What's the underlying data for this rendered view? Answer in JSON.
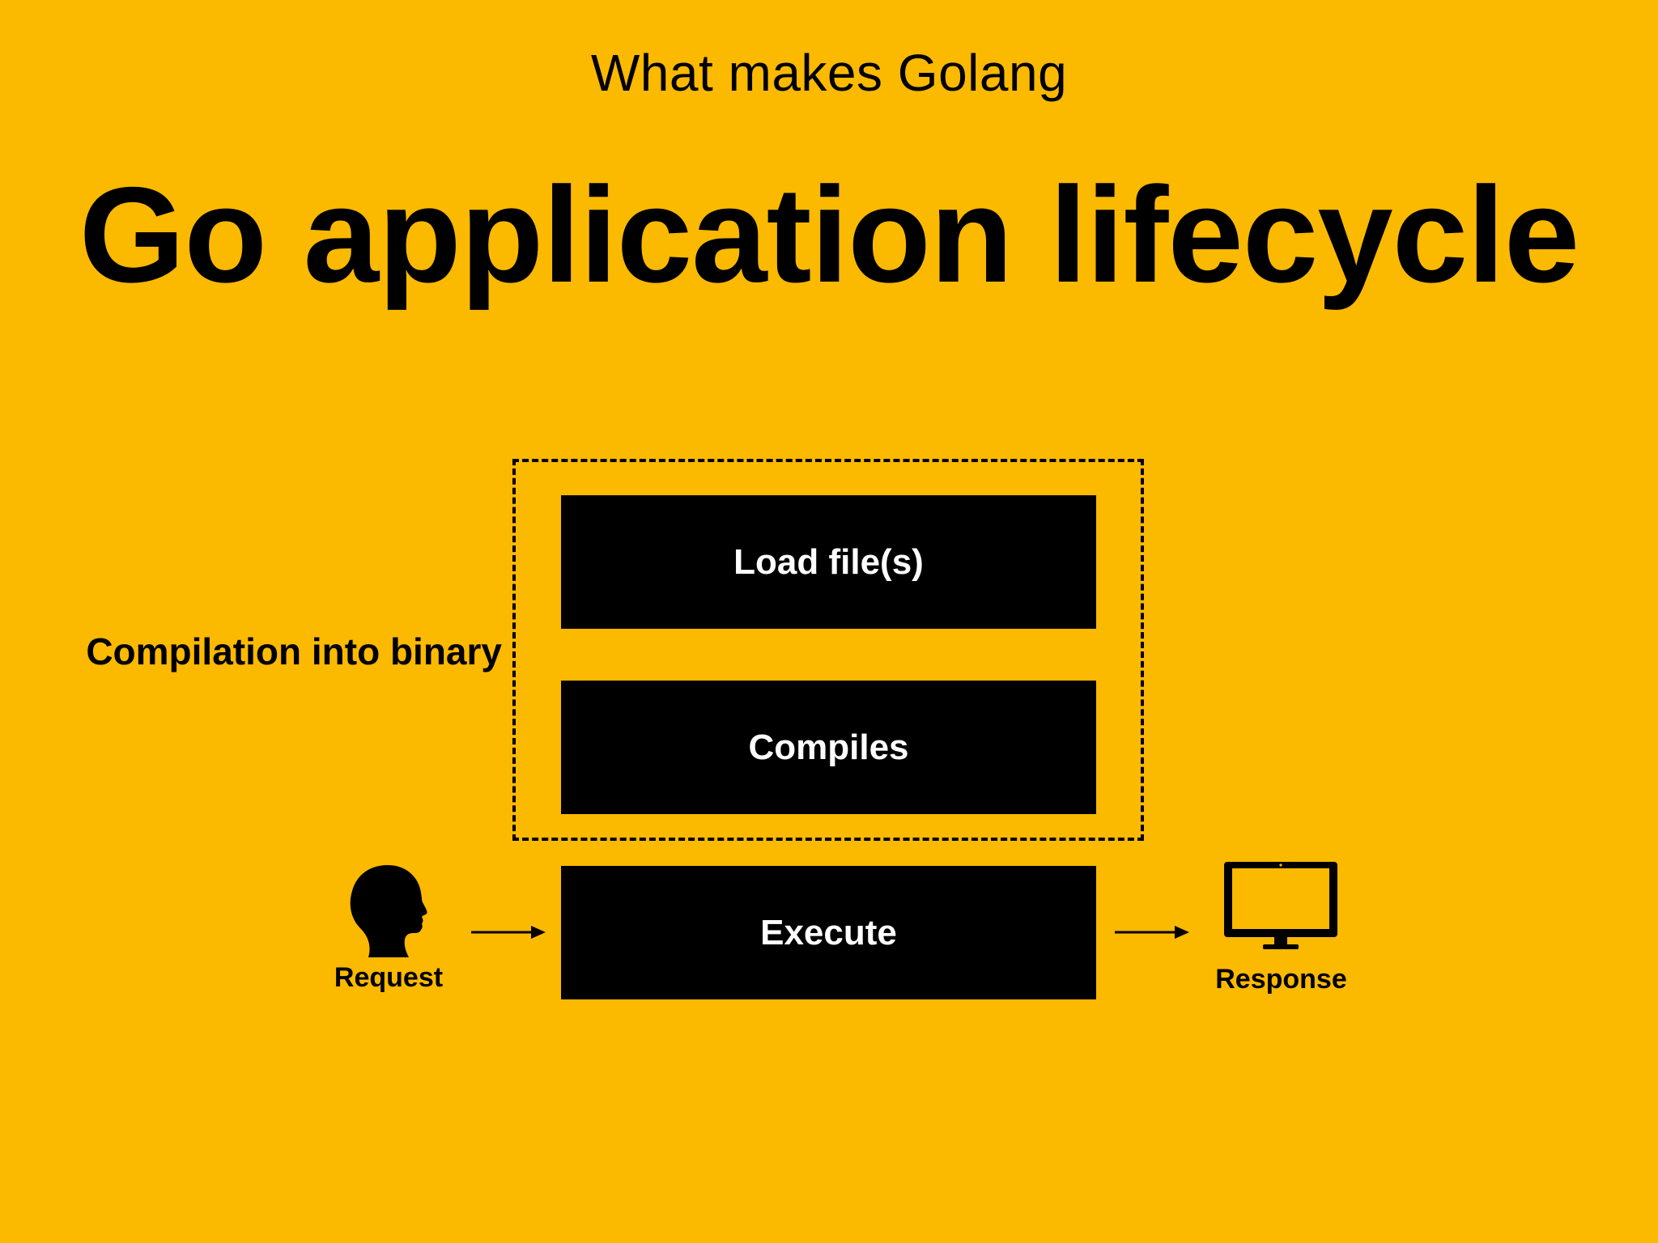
{
  "slide": {
    "background_color": "#FBB900",
    "subtitle": "What makes Golang",
    "title": "Go application lifecycle"
  },
  "diagram": {
    "group_label": "Compilation into binary",
    "steps": [
      {
        "label": "Load file(s)"
      },
      {
        "label": "Compiles"
      },
      {
        "label": "Execute"
      }
    ],
    "input": {
      "label": "Request",
      "icon": "person-head-icon"
    },
    "output": {
      "label": "Response",
      "icon": "monitor-icon"
    },
    "box_color": "#000000",
    "box_text_color": "#FFFFFF"
  }
}
